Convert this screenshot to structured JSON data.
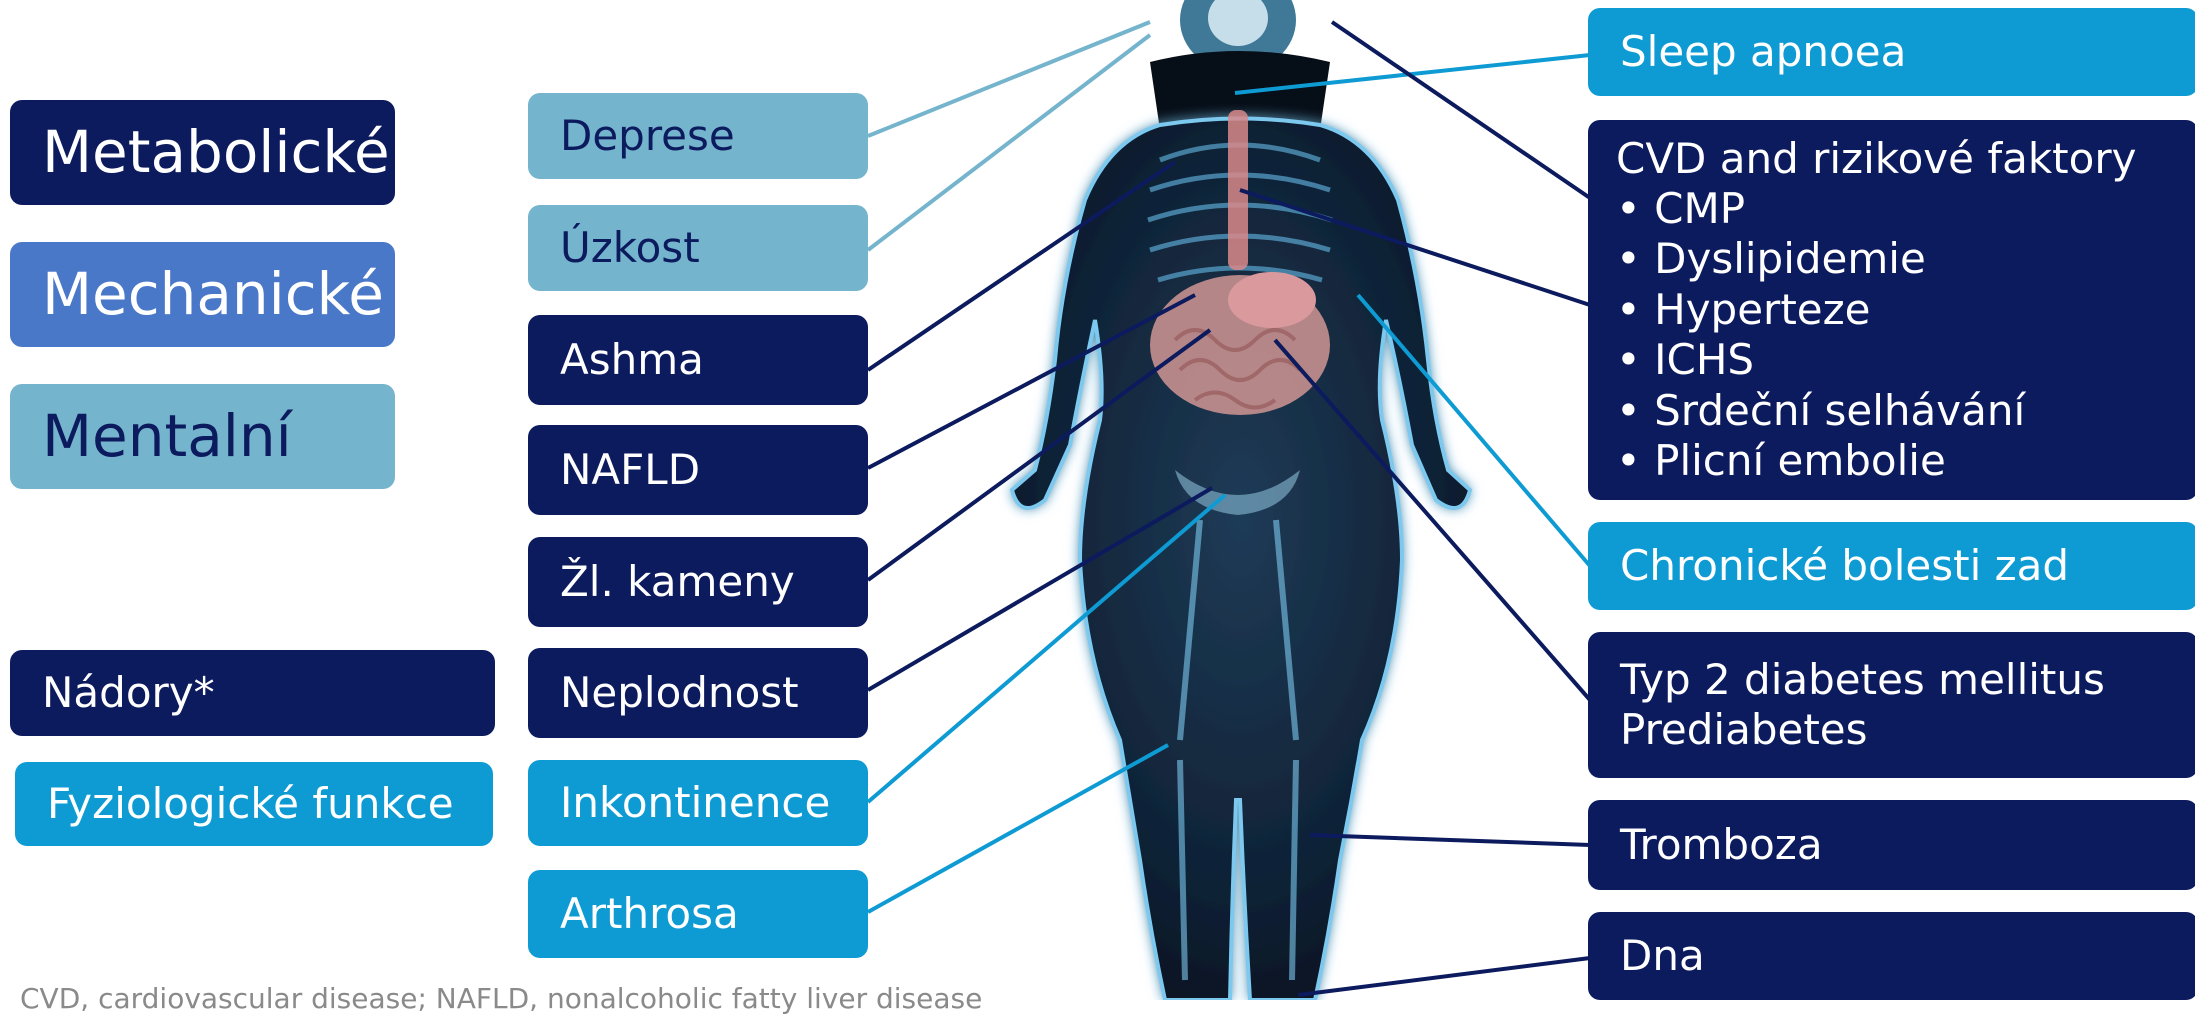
{
  "legend": {
    "metabolic": "Metabolické",
    "mechanical": "Mechanické",
    "mental": "Mentalní",
    "tumors": "Nádory*",
    "physiological": "Fyziologické funkce"
  },
  "left_conditions": [
    {
      "label": "Deprese",
      "category": "mental"
    },
    {
      "label": "Úzkost",
      "category": "mental"
    },
    {
      "label": "Ashma",
      "category": "metabolic"
    },
    {
      "label": "NAFLD",
      "category": "metabolic"
    },
    {
      "label": "Žl. kameny",
      "category": "metabolic"
    },
    {
      "label": "Neplodnost",
      "category": "metabolic"
    },
    {
      "label": "Inkontinence",
      "category": "physiological"
    },
    {
      "label": "Arthrosa",
      "category": "physiological"
    }
  ],
  "right_conditions": {
    "sleep_apnoea": "Sleep apnoea",
    "cvd": {
      "title": "CVD and rizikové faktory",
      "items": [
        "• CMP",
        "• Dyslipidemie",
        "• Hyperteze",
        "• ICHS",
        "• Srdeční selhávání",
        "• Plicní embolie"
      ]
    },
    "back_pain": "Chronické bolesti zad",
    "diabetes": {
      "line1": "Typ 2 diabetes mellitus",
      "line2": "Prediabetes"
    },
    "thrombosis": "Tromboza",
    "gout": "Dna"
  },
  "footnote": "CVD, cardiovascular disease; NAFLD, nonalcoholic fatty liver disease",
  "colors": {
    "metabolic": "#0c1a5e",
    "mechanical": "#4a78c8",
    "mental": "#75b4cd",
    "physiological": "#0e9bd3",
    "body_dark": "#0d1f33",
    "body_glow": "#8fd3f5",
    "organs": "#c7908f"
  }
}
